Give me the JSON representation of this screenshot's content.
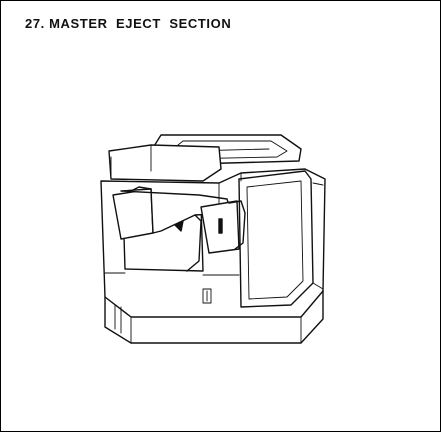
{
  "section": {
    "number": "27.",
    "title": "MASTER  EJECT  SECTION"
  },
  "figure": {
    "icon": "machine-illustration"
  }
}
